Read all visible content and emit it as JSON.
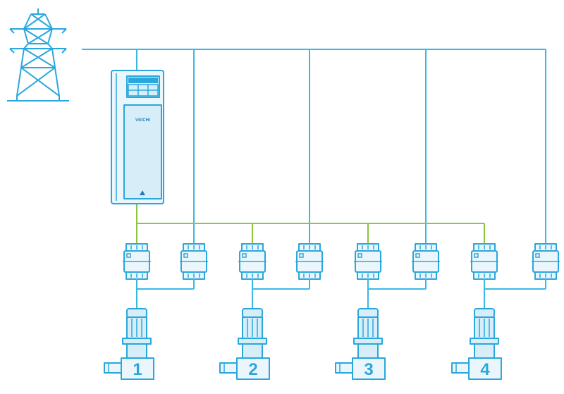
{
  "diagram": {
    "brand_label": "VEICHI",
    "motors": [
      {
        "label": "1"
      },
      {
        "label": "2"
      },
      {
        "label": "3"
      },
      {
        "label": "4"
      }
    ],
    "colors": {
      "power_line": "#3ab8e6",
      "control_line": "#8cc63f",
      "outline": "#2aa7dc",
      "fill": "#d7eef9"
    },
    "icons": {
      "power_source": "transmission-tower-icon",
      "drive": "frequency-inverter-icon",
      "switch": "contactor-icon",
      "motor": "pump-motor-icon"
    }
  }
}
